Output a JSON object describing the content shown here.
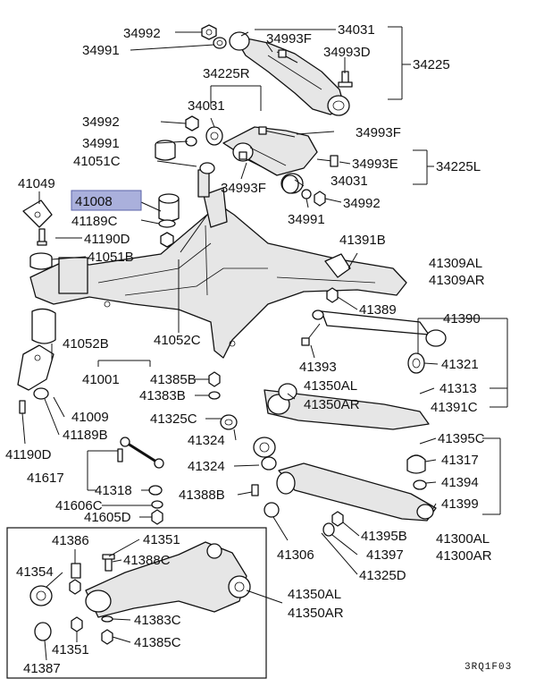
{
  "drawing_code": "3RQ1F03",
  "highlighted_part": "41008",
  "labels": {
    "p34992a": "34992",
    "p34991a": "34991",
    "p34031a": "34031",
    "p34993Fa": "34993F",
    "p34993D": "34993D",
    "p34225": "34225",
    "p34225R": "34225R",
    "p34031b": "34031",
    "p34992b": "34992",
    "p34991b": "34991",
    "p41051C": "41051C",
    "p34993Fb": "34993F",
    "p34993E": "34993E",
    "p34225L": "34225L",
    "p34993Fc": "34993F",
    "p34031c": "34031",
    "p34991c": "34991",
    "p34992c": "34992",
    "p41049": "41049",
    "p41008": "41008",
    "p41189C": "41189C",
    "p41190D": "41190D",
    "p41051B": "41051B",
    "p41391B": "41391B",
    "p41309AL": "41309AL",
    "p41309AR": "41309AR",
    "p41389": "41389",
    "p41390": "41390",
    "p41052B": "41052B",
    "p41052C": "41052C",
    "p41393": "41393",
    "p41321": "41321",
    "p41001": "41001",
    "p41385B": "41385B",
    "p41383B": "41383B",
    "p41350AL": "41350AL",
    "p41350AR": "41350AR",
    "p41313": "41313",
    "p41391C": "41391C",
    "p41009": "41009",
    "p41325C": "41325C",
    "p41189B": "41189B",
    "p41324a": "41324",
    "p41395C": "41395C",
    "p41190D2": "41190D",
    "p41617": "41617",
    "p41324b": "41324",
    "p41317": "41317",
    "p41318": "41318",
    "p41388B": "41388B",
    "p41394": "41394",
    "p41606C": "41606C",
    "p41399": "41399",
    "p41605D": "41605D",
    "p41395B": "41395B",
    "p41300AL": "41300AL",
    "p41386": "41386",
    "p41351a": "41351",
    "p41306": "41306",
    "p41397": "41397",
    "p41300AR": "41300AR",
    "p41354": "41354",
    "p41388C": "41388C",
    "p41325D": "41325D",
    "p41350ALb": "41350AL",
    "p41350ARb": "41350AR",
    "p41383C": "41383C",
    "p41385C": "41385C",
    "p41351b": "41351",
    "p41387": "41387"
  }
}
